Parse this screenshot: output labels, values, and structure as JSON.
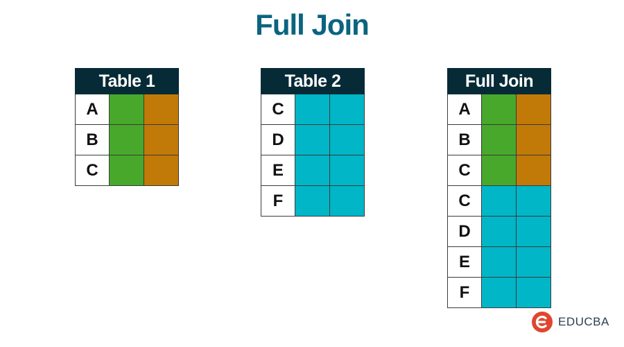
{
  "title": "Full Join",
  "colors": {
    "title": "#0b6380",
    "header": "#062a36",
    "green": "#48a82c",
    "orange": "#c17a07",
    "cyan": "#00b6c7",
    "grid": "#3a3a3a",
    "logo_red": "#e0462e"
  },
  "tables": [
    {
      "title": "Table 1",
      "rows": [
        {
          "key": "A",
          "fill": [
            "green",
            "orange"
          ]
        },
        {
          "key": "B",
          "fill": [
            "green",
            "orange"
          ]
        },
        {
          "key": "C",
          "fill": [
            "green",
            "orange"
          ]
        }
      ]
    },
    {
      "title": "Table 2",
      "rows": [
        {
          "key": "C",
          "fill": [
            "cyan",
            "cyan"
          ]
        },
        {
          "key": "D",
          "fill": [
            "cyan",
            "cyan"
          ]
        },
        {
          "key": "E",
          "fill": [
            "cyan",
            "cyan"
          ]
        },
        {
          "key": "F",
          "fill": [
            "cyan",
            "cyan"
          ]
        }
      ]
    },
    {
      "title": "Full Join",
      "rows": [
        {
          "key": "A",
          "fill": [
            "green",
            "orange"
          ]
        },
        {
          "key": "B",
          "fill": [
            "green",
            "orange"
          ]
        },
        {
          "key": "C",
          "fill": [
            "green",
            "orange"
          ]
        },
        {
          "key": "C",
          "fill": [
            "cyan",
            "cyan"
          ]
        },
        {
          "key": "D",
          "fill": [
            "cyan",
            "cyan"
          ]
        },
        {
          "key": "E",
          "fill": [
            "cyan",
            "cyan"
          ]
        },
        {
          "key": "F",
          "fill": [
            "cyan",
            "cyan"
          ]
        }
      ]
    }
  ],
  "logo": {
    "text": "EDUCBA",
    "icon": "educba-logo-icon"
  }
}
